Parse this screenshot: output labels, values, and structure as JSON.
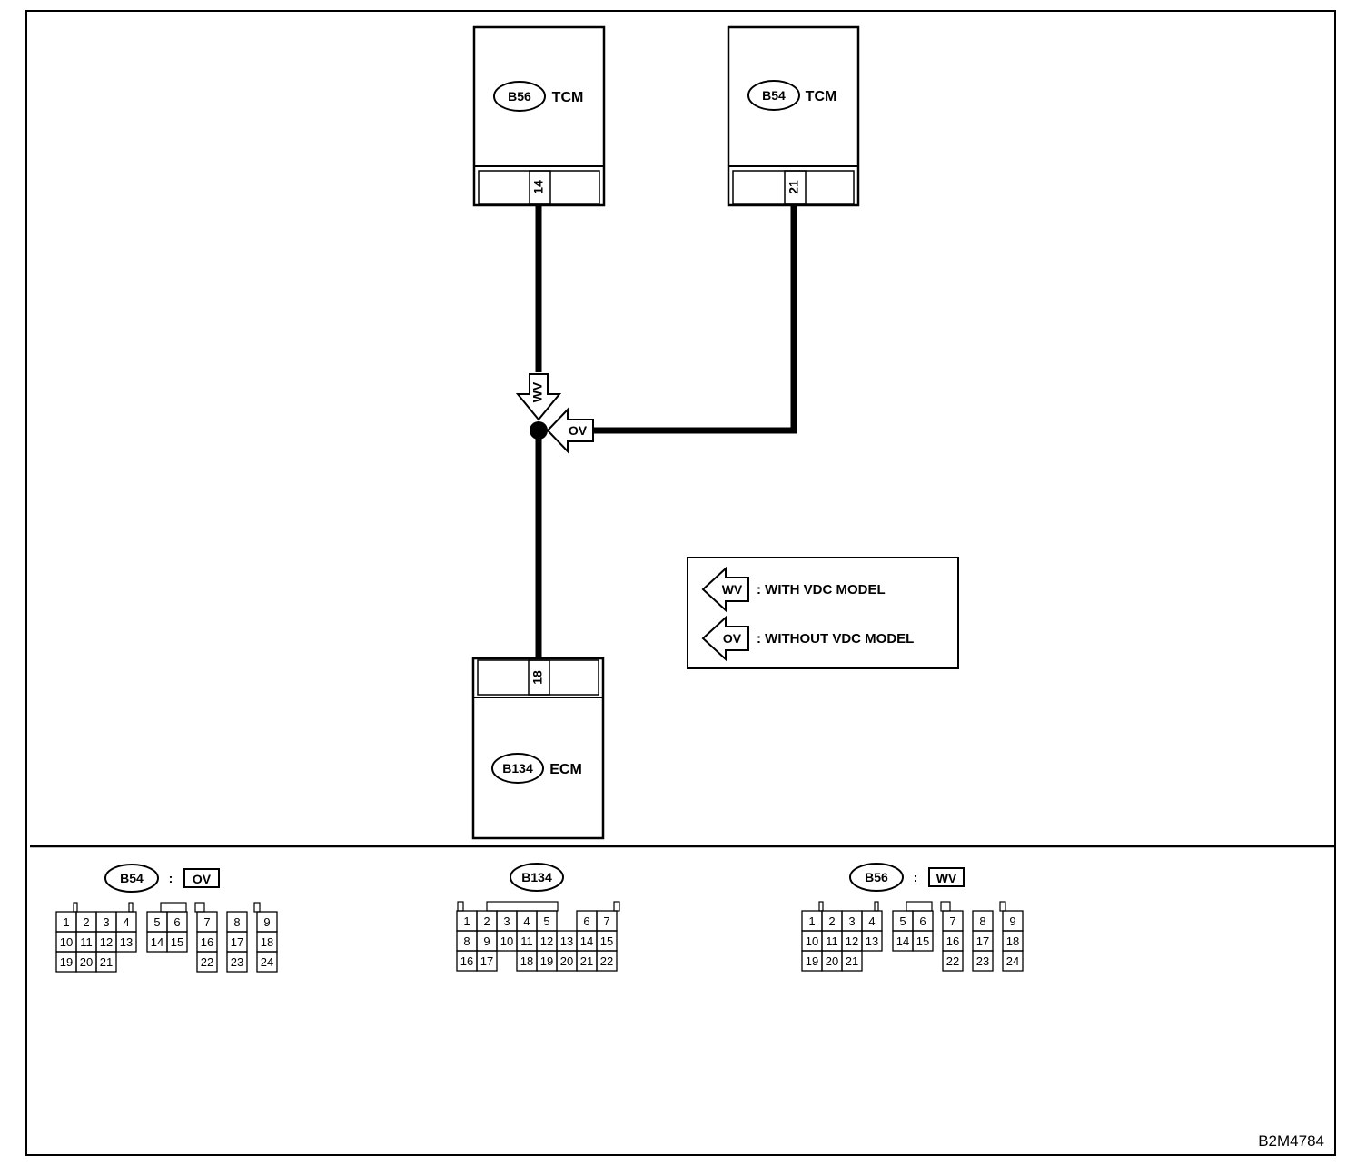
{
  "units": {
    "tcm_b56": {
      "connector": "B56",
      "name": "TCM",
      "pin": "14"
    },
    "tcm_b54": {
      "connector": "B54",
      "name": "TCM",
      "pin": "21"
    },
    "ecm_b134": {
      "connector": "B134",
      "name": "ECM",
      "pin": "18"
    }
  },
  "junction": {
    "wv_tag": "WV",
    "ov_tag": "OV"
  },
  "legend": {
    "wv_tag": "WV",
    "wv_text": ": WITH VDC MODEL",
    "ov_tag": "OV",
    "ov_text": ": WITHOUT VDC MODEL"
  },
  "connector_views": [
    {
      "id": "B54",
      "separator": ":",
      "variant": "OV"
    },
    {
      "id": "B134"
    },
    {
      "id": "B56",
      "separator": ":",
      "variant": "WV"
    }
  ],
  "pinouts": {
    "B54": [
      [
        "1",
        "2",
        "3",
        "4",
        "5",
        "6",
        "7",
        "8",
        "9"
      ],
      [
        "10",
        "11",
        "12",
        "13",
        "14",
        "15",
        "16",
        "17",
        "18"
      ],
      [
        "19",
        "20",
        "21",
        "22",
        "23",
        "24"
      ]
    ],
    "B134": [
      [
        "1",
        "2",
        "3",
        "4",
        "5",
        "6",
        "7"
      ],
      [
        "8",
        "9",
        "10",
        "11",
        "12",
        "13",
        "14",
        "15"
      ],
      [
        "16",
        "17",
        "18",
        "19",
        "20",
        "21",
        "22"
      ]
    ],
    "B56": [
      [
        "1",
        "2",
        "3",
        "4",
        "5",
        "6",
        "7",
        "8",
        "9"
      ],
      [
        "10",
        "11",
        "12",
        "13",
        "14",
        "15",
        "16",
        "17",
        "18"
      ],
      [
        "19",
        "20",
        "21",
        "22",
        "23",
        "24"
      ]
    ]
  },
  "figure_code": "B2M4784",
  "colors": {
    "line": "#000000",
    "background": "#ffffff"
  }
}
